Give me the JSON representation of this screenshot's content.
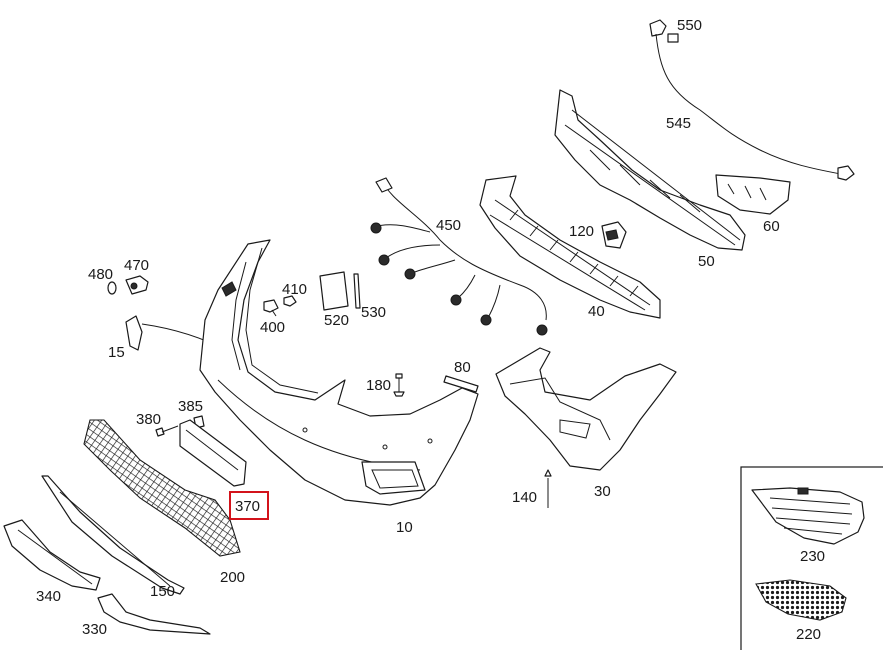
{
  "diagram": {
    "highlighted_part": "370",
    "labels": {
      "p550": "550",
      "p545": "545",
      "p60": "60",
      "p50": "50",
      "p120": "120",
      "p450": "450",
      "p40": "40",
      "p470": "470",
      "p480": "480",
      "p410": "410",
      "p400": "400",
      "p520": "520",
      "p530": "530",
      "p15": "15",
      "p80": "80",
      "p180": "180",
      "p380": "380",
      "p385": "385",
      "p370": "370",
      "p10": "10",
      "p140": "140",
      "p30": "30",
      "p200": "200",
      "p150": "150",
      "p340": "340",
      "p330": "330",
      "p230": "230",
      "p220": "220"
    }
  }
}
